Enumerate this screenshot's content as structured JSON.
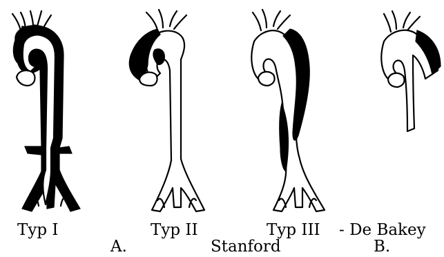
{
  "diagrams": [
    {
      "label": "Typ I"
    },
    {
      "label": "Typ II"
    },
    {
      "label": "Typ III"
    },
    {
      "label": "- De Bakey"
    }
  ],
  "classifications": {
    "stanford": "Stanford",
    "letter_a": "A.",
    "letter_b": "B."
  },
  "colors": {
    "ink": "#000000",
    "background": "#ffffff"
  }
}
